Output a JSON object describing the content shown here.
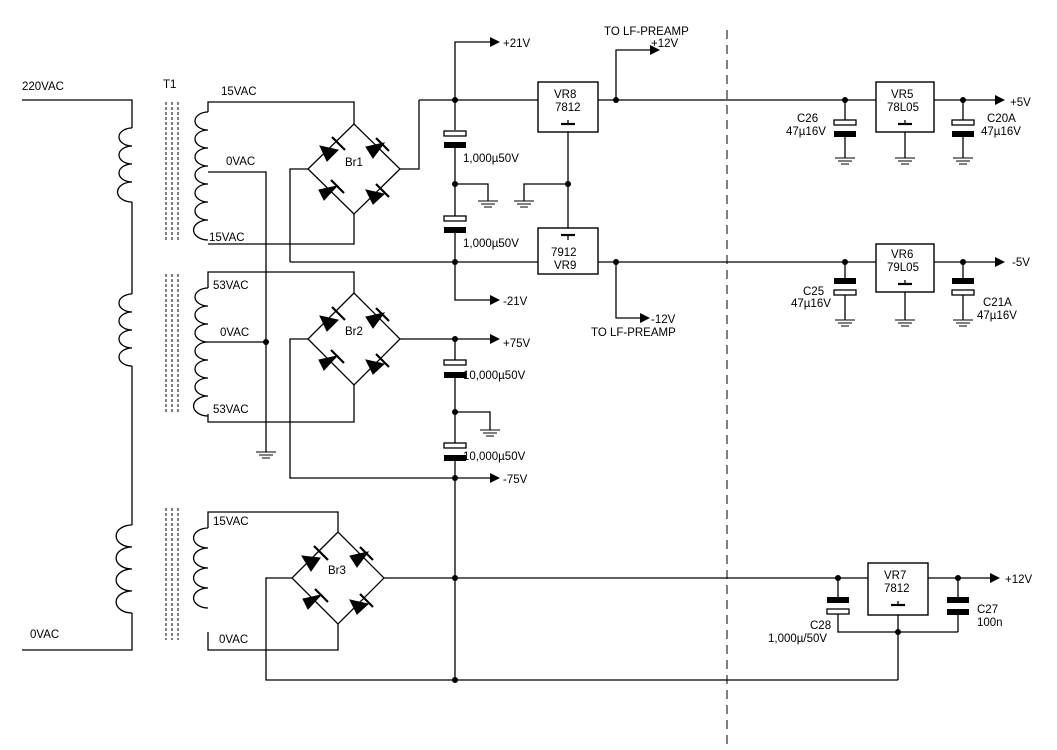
{
  "transformer": {
    "ref": "T1",
    "primary_in": "220VAC",
    "primary_ret": "0VAC",
    "w1": [
      "15VAC",
      "0VAC",
      "15VAC"
    ],
    "w2": [
      "53VAC",
      "0VAC",
      "53VAC"
    ],
    "w3": [
      "15VAC",
      "0VAC"
    ]
  },
  "bridges": [
    "Br1",
    "Br2",
    "Br3"
  ],
  "rails": {
    "p21": "+21V",
    "m21": "-21V",
    "p75": "+75V",
    "m75": "-75V",
    "p12": "+12V",
    "m12": "-12V",
    "p5": "+5V",
    "m5": "-5V",
    "p12b": "+12V"
  },
  "to_lf_preamp": "TO LF-PREAMP",
  "regulators": {
    "vr8": [
      "VR8",
      "7812"
    ],
    "vr9": [
      "7912",
      "VR9"
    ],
    "vr5": [
      "VR5",
      "78L05"
    ],
    "vr6": [
      "VR6",
      "79L05"
    ],
    "vr7": [
      "VR7",
      "7812"
    ]
  },
  "capacitors": {
    "c_21p": "1,000µ50V",
    "c_21m": "1,000µ50V",
    "c_75p": "10,000µ50V",
    "c_75m": "10,000µ50V",
    "c26": [
      "C26",
      "47µ16V"
    ],
    "c20a": [
      "C20A",
      "47µ16V"
    ],
    "c25": [
      "C25",
      "47µ16V"
    ],
    "c21a": [
      "C21A",
      "47µ16V"
    ],
    "c28": [
      "C28",
      "1,000µ/50V"
    ],
    "c27": [
      "C27",
      "100n"
    ]
  }
}
